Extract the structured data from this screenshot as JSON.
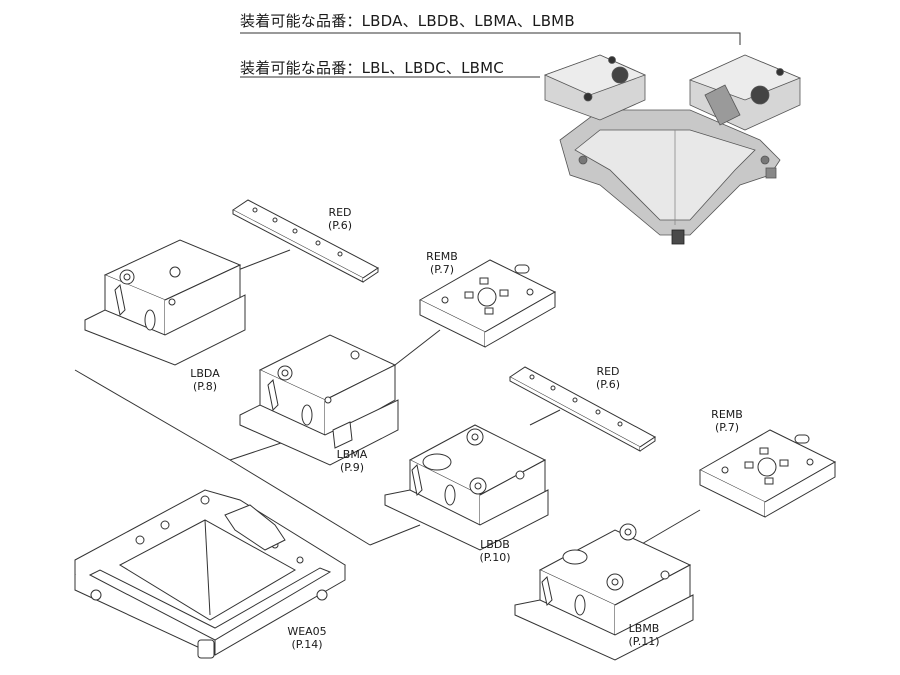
{
  "header": {
    "line1": "装着可能な品番：LBDA、LBDB、LBMA、LBMB",
    "line2": "装着可能な品番：LBL、LBDC、LBMC"
  },
  "parts": [
    {
      "id": "red-top",
      "name": "RED",
      "page": "(P.6)"
    },
    {
      "id": "remb-top",
      "name": "REMB",
      "page": "(P.7)"
    },
    {
      "id": "lbda",
      "name": "LBDA",
      "page": "(P.8)"
    },
    {
      "id": "lbma",
      "name": "LBMA",
      "page": "(P.9)"
    },
    {
      "id": "red-mid",
      "name": "RED",
      "page": "(P.6)"
    },
    {
      "id": "remb-mid",
      "name": "REMB",
      "page": "(P.7)"
    },
    {
      "id": "lbdb",
      "name": "LBDB",
      "page": "(P.10)"
    },
    {
      "id": "lbmb",
      "name": "LBMB",
      "page": "(P.11)"
    },
    {
      "id": "wea05",
      "name": "WEA05",
      "page": "(P.14)"
    }
  ],
  "colors": {
    "line": "#333333",
    "fill": "#ffffff",
    "photo_metal": "#c9c9c9",
    "photo_dark": "#4a4a4a"
  }
}
